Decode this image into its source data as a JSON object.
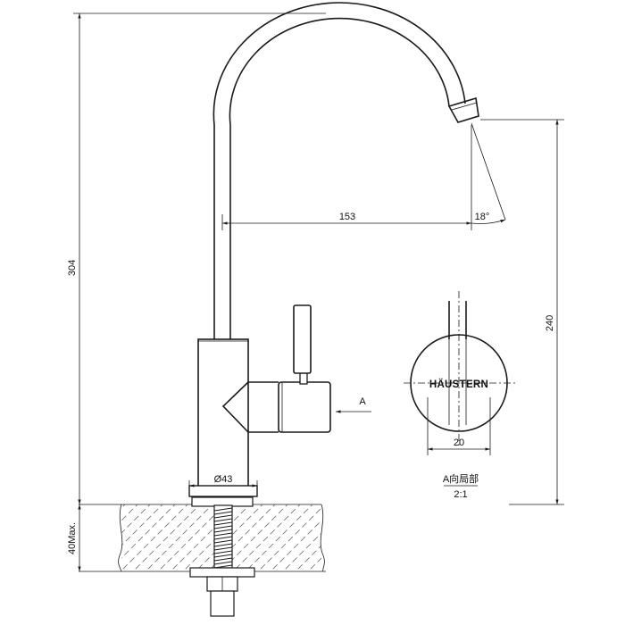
{
  "dimensions": {
    "total_height": "304",
    "spout_reach": "153",
    "spout_angle": "18°",
    "outlet_height": "240",
    "base_diameter": "Ø43",
    "counter_max": "40Max.",
    "handle_diameter": "20"
  },
  "view": {
    "arrow_label": "A",
    "brand": "HÄUSTERN",
    "detail_label": "A向局部",
    "scale": "2:1"
  }
}
